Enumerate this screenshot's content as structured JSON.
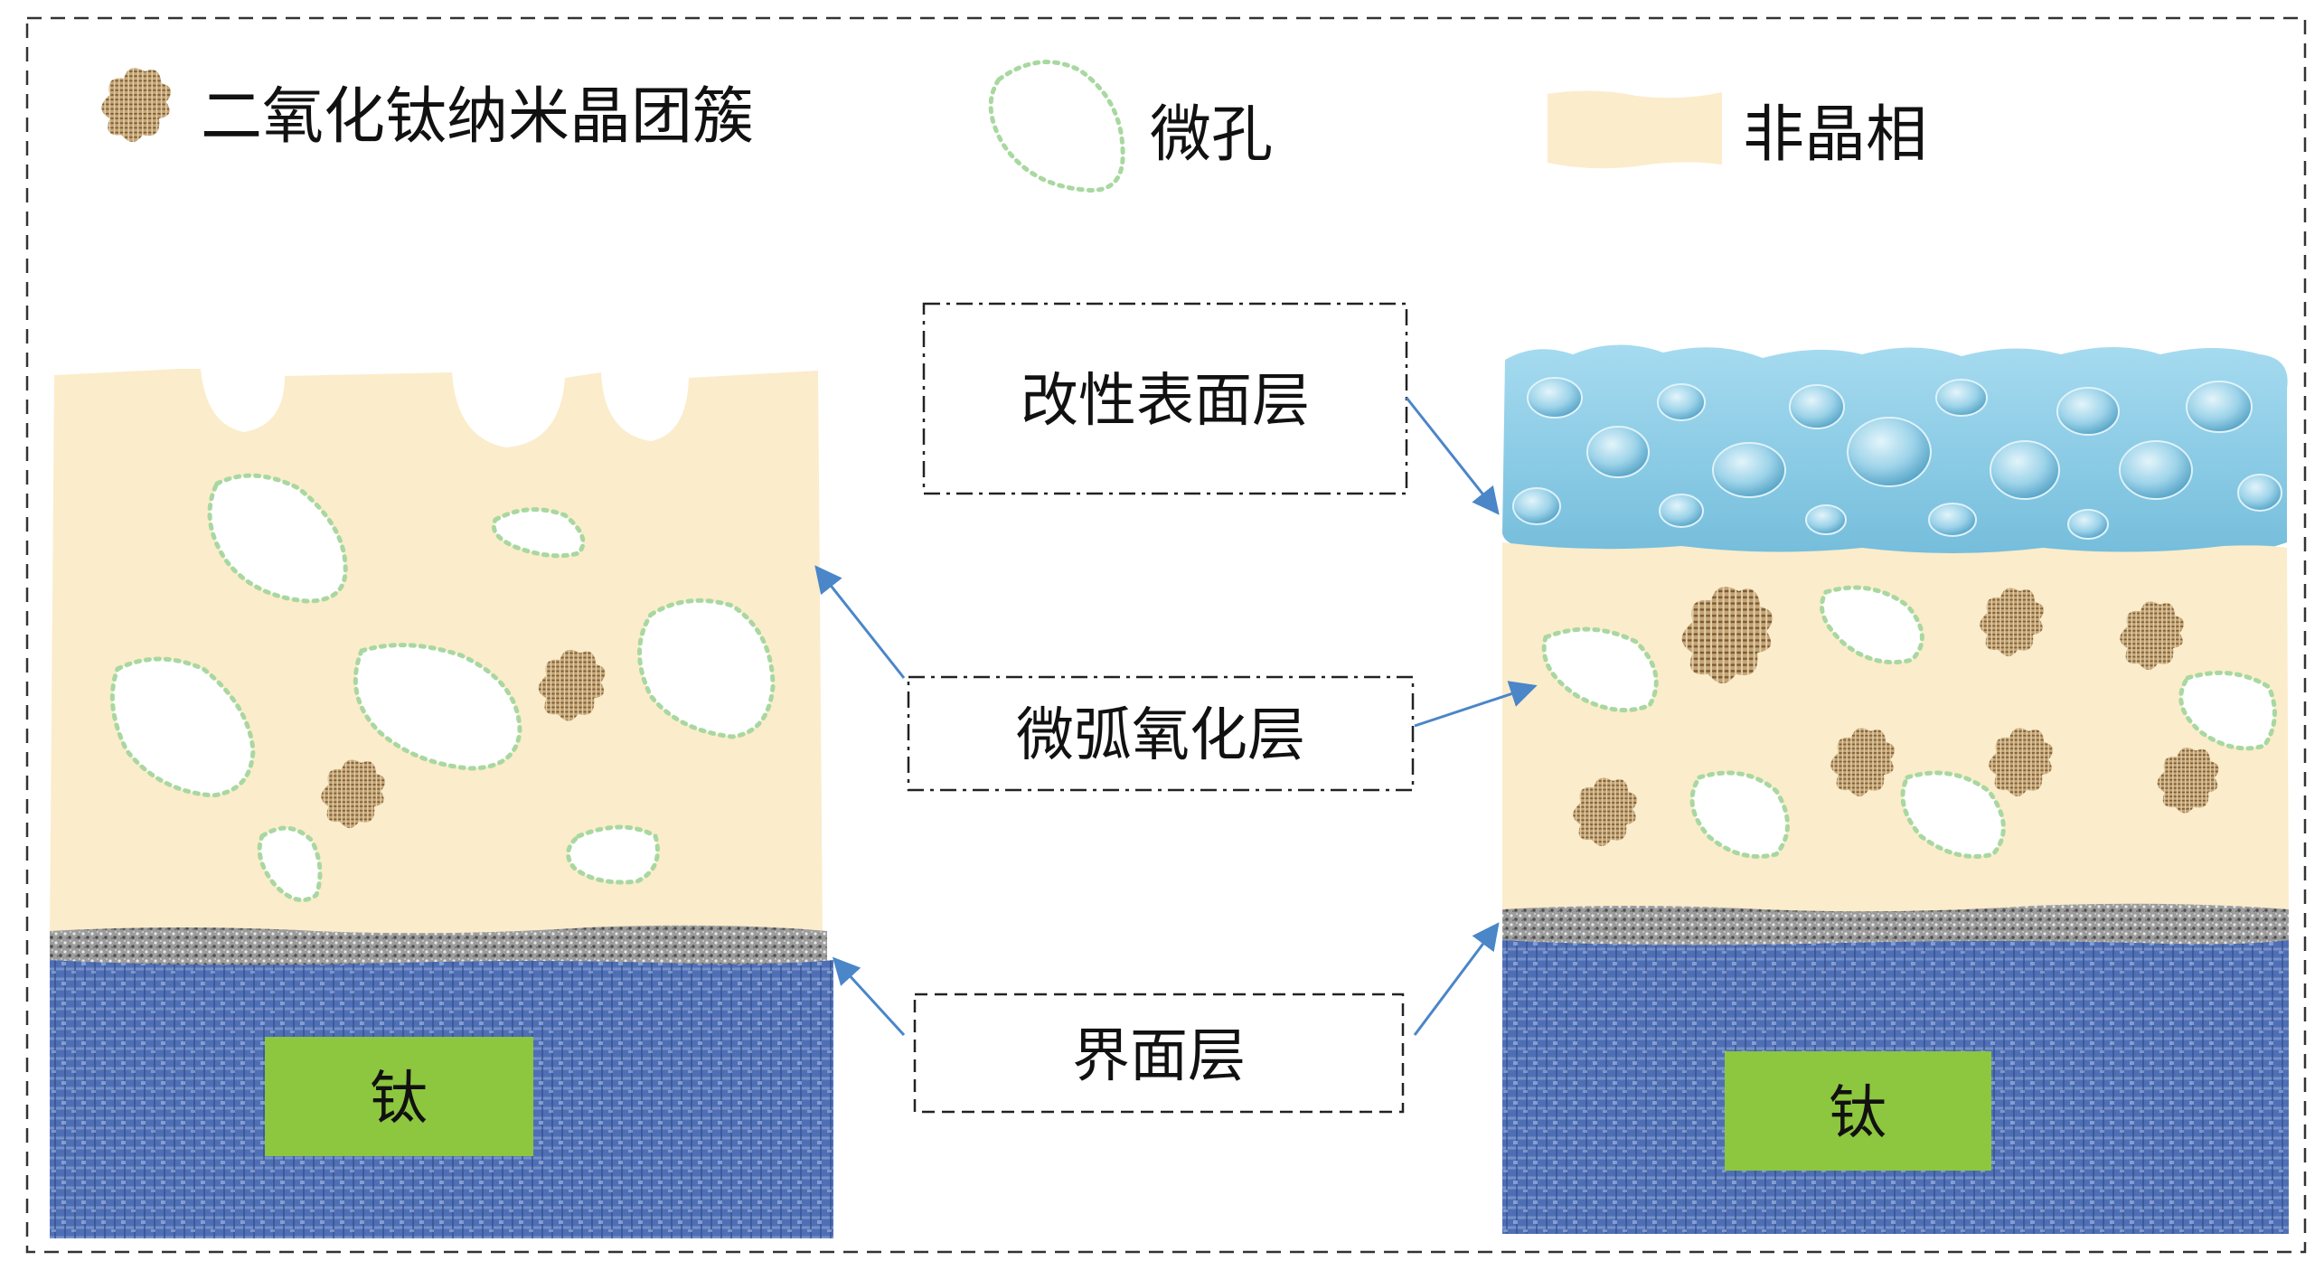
{
  "legend": {
    "cluster_label": "二氧化钛纳米晶团簇",
    "pore_label": "微孔",
    "amorphous_label": "非晶相"
  },
  "labels": {
    "modified_surface": "改性表面层",
    "mao_layer": "微弧氧化层",
    "interface_layer": "界面层"
  },
  "substrate": {
    "left_label": "钛",
    "right_label": "钛"
  },
  "colors": {
    "amorphous": "#fbeccb",
    "titanium": "#4f6fb5",
    "interface": "#9a9a9a",
    "label_box": "#8dc63f",
    "arrow": "#4a86c8",
    "pore_outline": "#a8d8a0",
    "cluster": "#b89466",
    "modified_layer": "#8fcde6"
  }
}
